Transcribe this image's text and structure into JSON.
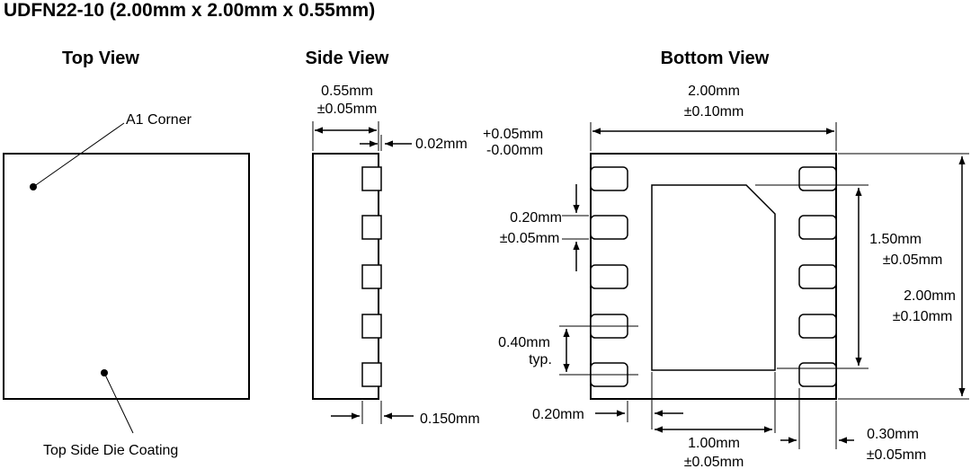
{
  "title": "UDFN22-10  (2.00mm x 2.00mm x 0.55mm)",
  "views": {
    "top": "Top View",
    "side": "Side View",
    "bottom": "Bottom View"
  },
  "top_view": {
    "a1_corner": "A1 Corner",
    "die_coating": "Top Side Die Coating"
  },
  "side_view": {
    "thickness_value": "0.55mm",
    "thickness_tol": "±0.05mm",
    "standoff": "0.02mm",
    "standoff_tol_plus": "+0.05mm",
    "standoff_tol_minus": "-0.00mm",
    "lead_width": "0.150mm"
  },
  "bottom_view": {
    "width_value": "2.00mm",
    "width_tol": "±0.10mm",
    "pad_width_value": "0.20mm",
    "pad_width_tol": "±0.05mm",
    "pitch_value": "0.40mm",
    "pitch_note": "typ.",
    "pad_offset": "0.20mm",
    "epad_height_value": "1.50mm",
    "epad_height_tol": "±0.05mm",
    "height_value": "2.00mm",
    "height_tol": "±0.10mm",
    "epad_width_value": "1.00mm",
    "epad_width_tol": "±0.05mm",
    "pad_length_value": "0.30mm",
    "pad_length_tol": "±0.05mm"
  }
}
